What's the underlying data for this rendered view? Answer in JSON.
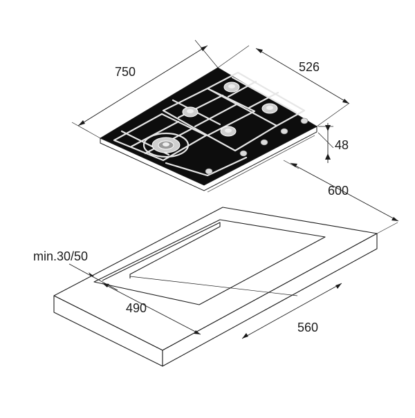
{
  "dimensions": {
    "hob_width": "750",
    "hob_depth": "526",
    "hob_height": "48",
    "total_depth": "600",
    "min_clearance": "min.30/50",
    "cutout_depth": "490",
    "cutout_width": "560"
  },
  "colors": {
    "hob_glass": "#0d0d0d",
    "line": "#1a1a1a",
    "grate": "#e6e6e6"
  },
  "icons": {
    "burner": "burner-icon",
    "wok_burner": "wok-burner-icon",
    "knob": "control-knob-icon"
  }
}
